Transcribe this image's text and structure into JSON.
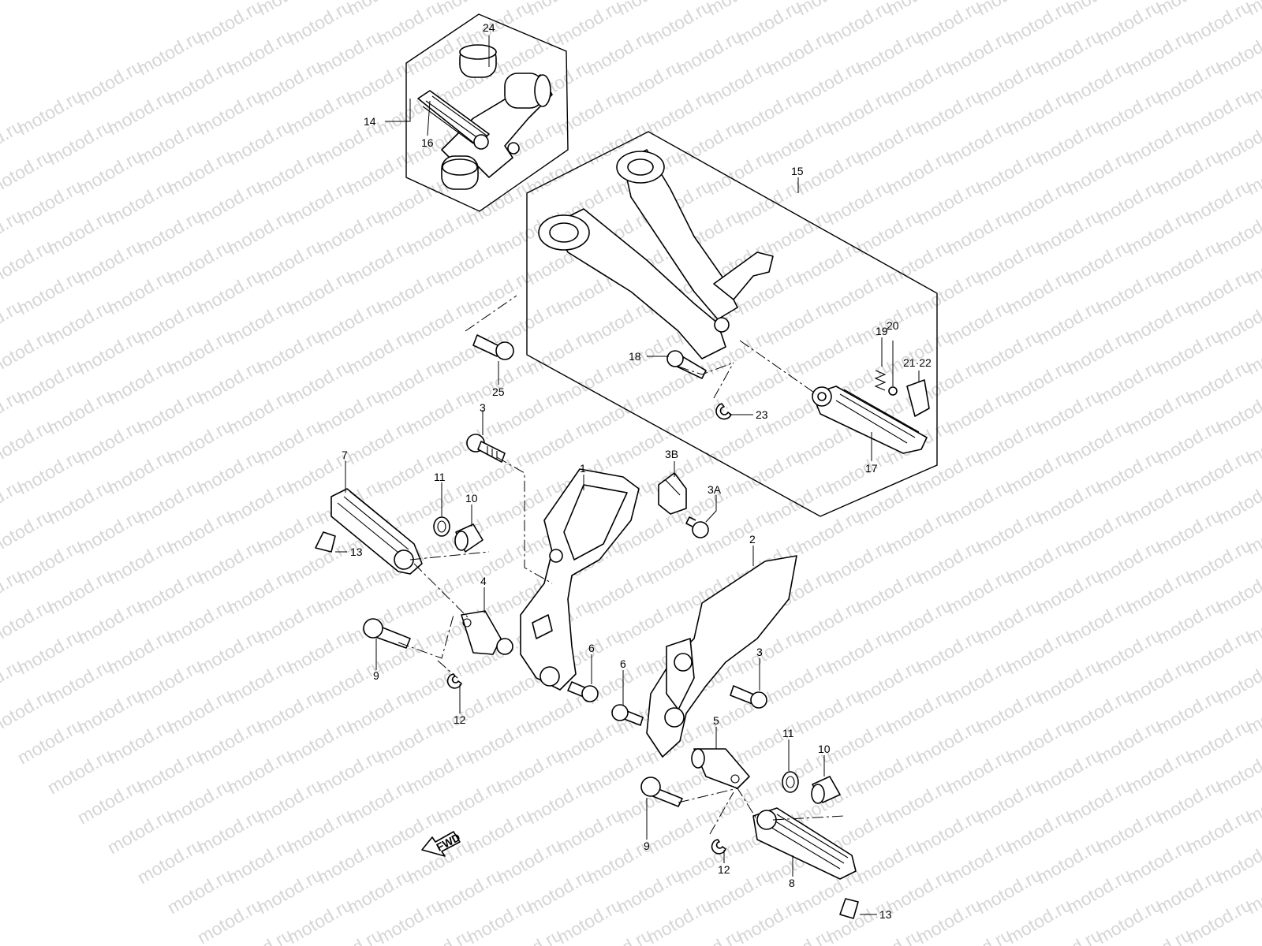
{
  "watermark": "motod.ru",
  "direction_arrow": {
    "text": "FWD"
  },
  "callouts": [
    {
      "id": "c24",
      "text": "24"
    },
    {
      "id": "c14",
      "text": "14"
    },
    {
      "id": "c16",
      "text": "16"
    },
    {
      "id": "c15",
      "text": "15"
    },
    {
      "id": "c19",
      "text": "19"
    },
    {
      "id": "c20",
      "text": "20"
    },
    {
      "id": "c2122",
      "text": "21·22"
    },
    {
      "id": "c18",
      "text": "18"
    },
    {
      "id": "c25",
      "text": "25"
    },
    {
      "id": "c23",
      "text": "23"
    },
    {
      "id": "c17",
      "text": "17"
    },
    {
      "id": "c3a",
      "text": "3"
    },
    {
      "id": "c3B",
      "text": "3B"
    },
    {
      "id": "c3A",
      "text": "3A"
    },
    {
      "id": "c1",
      "text": "1"
    },
    {
      "id": "c7",
      "text": "7"
    },
    {
      "id": "c11a",
      "text": "11"
    },
    {
      "id": "c10a",
      "text": "10"
    },
    {
      "id": "c13a",
      "text": "13"
    },
    {
      "id": "c2",
      "text": "2"
    },
    {
      "id": "c4",
      "text": "4"
    },
    {
      "id": "c9a",
      "text": "9"
    },
    {
      "id": "c12a",
      "text": "12"
    },
    {
      "id": "c6a",
      "text": "6"
    },
    {
      "id": "c6b",
      "text": "6"
    },
    {
      "id": "c3b",
      "text": "3"
    },
    {
      "id": "c5",
      "text": "5"
    },
    {
      "id": "c11b",
      "text": "11"
    },
    {
      "id": "c10b",
      "text": "10"
    },
    {
      "id": "c9b",
      "text": "9"
    },
    {
      "id": "c12b",
      "text": "12"
    },
    {
      "id": "c8",
      "text": "8"
    },
    {
      "id": "c13b",
      "text": "13"
    }
  ]
}
